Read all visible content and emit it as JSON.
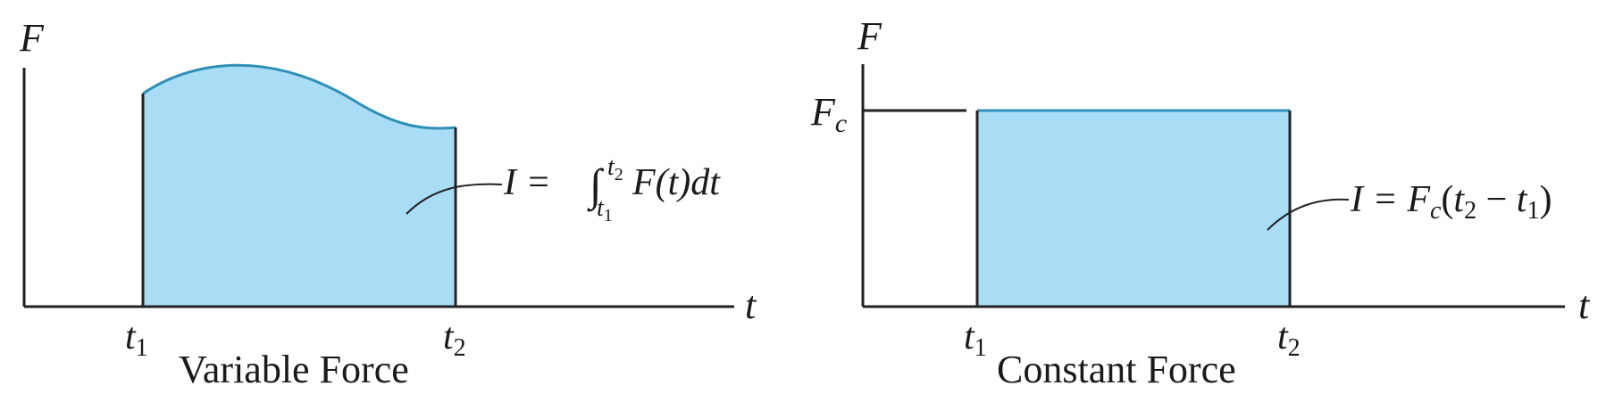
{
  "colors": {
    "fill": "#a9dcf5",
    "curve": "#2f8fb7",
    "axis": "#222222",
    "text": "#1a1a1a"
  },
  "panels": [
    {
      "caption": "Variable Force",
      "y_axis_label": "F",
      "x_axis_label": "t",
      "t1_label": "t",
      "t1_sub": "1",
      "t2_label": "t",
      "t2_sub": "2",
      "formula": {
        "lhs": "I = ",
        "integral": "∫",
        "upper_var": "t",
        "upper_sub": "2",
        "lower_var": "t",
        "lower_sub": "1",
        "integrand": "F(t)dt"
      }
    },
    {
      "caption": "Constant Force",
      "y_axis_label": "F",
      "x_axis_label": "t",
      "level_label": "F",
      "level_sub": "c",
      "t1_label": "t",
      "t1_sub": "1",
      "t2_label": "t",
      "t2_sub": "2",
      "formula": {
        "lhs": "I = ",
        "fc": "F",
        "fc_sub": "c",
        "paren_open": "(",
        "a": "t",
        "a_sub": "2",
        "minus": " − ",
        "b": "t",
        "b_sub": "1",
        "paren_close": ")"
      }
    }
  ]
}
